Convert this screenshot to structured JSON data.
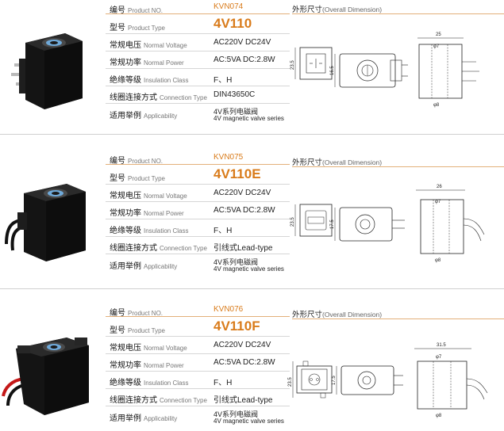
{
  "products": [
    {
      "no_label": "编号",
      "no_label_en": "Product NO.",
      "no_value": "KVN074",
      "type_label": "型号",
      "type_label_en": "Product Type",
      "type_value": "4V110",
      "voltage_label": "常规电压",
      "voltage_label_en": "Normal Voltage",
      "voltage_value": "AC220V DC24V",
      "power_label": "常规功率",
      "power_label_en": "Normal Power",
      "power_value": "AC:5VA DC:2.8W",
      "insulation_label": "绝缘等级",
      "insulation_label_en": "Insulation Class",
      "insulation_value": "F、H",
      "connection_label": "线圈连接方式",
      "connection_label_en": "Connection Type",
      "connection_value": "DIN43650C",
      "applicability_label": "适用举例",
      "applicability_label_en": "Applicability",
      "applicability_value_cn": "4V系列电磁阀",
      "applicability_value_en": "4V magnetic valve series",
      "dim_title": "外形尺寸",
      "dim_title_en": "(Overall Dimension)",
      "dims": {
        "width": "25",
        "height": "23.5",
        "side_height": "16.5",
        "d_top": "φ7",
        "d_bottom": "φ8"
      }
    },
    {
      "no_label": "编号",
      "no_label_en": "Product NO.",
      "no_value": "KVN075",
      "type_label": "型号",
      "type_label_en": "Product Type",
      "type_value": "4V110E",
      "voltage_label": "常规电压",
      "voltage_label_en": "Normal Voltage",
      "voltage_value": "AC220V DC24V",
      "power_label": "常规功率",
      "power_label_en": "Normal Power",
      "power_value": "AC:5VA DC:2.8W",
      "insulation_label": "绝缘等级",
      "insulation_label_en": "Insulation Class",
      "insulation_value": "F、H",
      "connection_label": "线圈连接方式",
      "connection_label_en": "Connection Type",
      "connection_value": "引线式Lead-type",
      "applicability_label": "适用举例",
      "applicability_label_en": "Applicability",
      "applicability_value_cn": "4V系列电磁阀",
      "applicability_value_en": "4V magnetic valve series",
      "dim_title": "外形尺寸",
      "dim_title_en": "(Overall Dimension)",
      "dims": {
        "width": "26",
        "height": "23.5",
        "side_height": "17.5",
        "d_top": "φ7",
        "d_bottom": "φ8"
      }
    },
    {
      "no_label": "编号",
      "no_label_en": "Product NO.",
      "no_value": "KVN076",
      "type_label": "型号",
      "type_label_en": "Product Type",
      "type_value": "4V110F",
      "voltage_label": "常规电压",
      "voltage_label_en": "Normal Voltage",
      "voltage_value": "AC220V DC24V",
      "power_label": "常规功率",
      "power_label_en": "Normal Power",
      "power_value": "AC:5VA DC:2.8W",
      "insulation_label": "绝缘等级",
      "insulation_label_en": "Insulation Class",
      "insulation_value": "F、H",
      "connection_label": "线圈连接方式",
      "connection_label_en": "Connection Type",
      "connection_value": "引线式Lead-type",
      "applicability_label": "适用举例",
      "applicability_label_en": "Applicability",
      "applicability_value_cn": "4V系列电磁阀",
      "applicability_value_en": "4V magnetic valve series",
      "dim_title": "外形尺寸",
      "dim_title_en": "(Overall Dimension)",
      "dims": {
        "width": "31.5",
        "height": "23.5",
        "side_height": "17.5",
        "d_top": "φ7",
        "d_bottom": "φ8"
      }
    }
  ]
}
